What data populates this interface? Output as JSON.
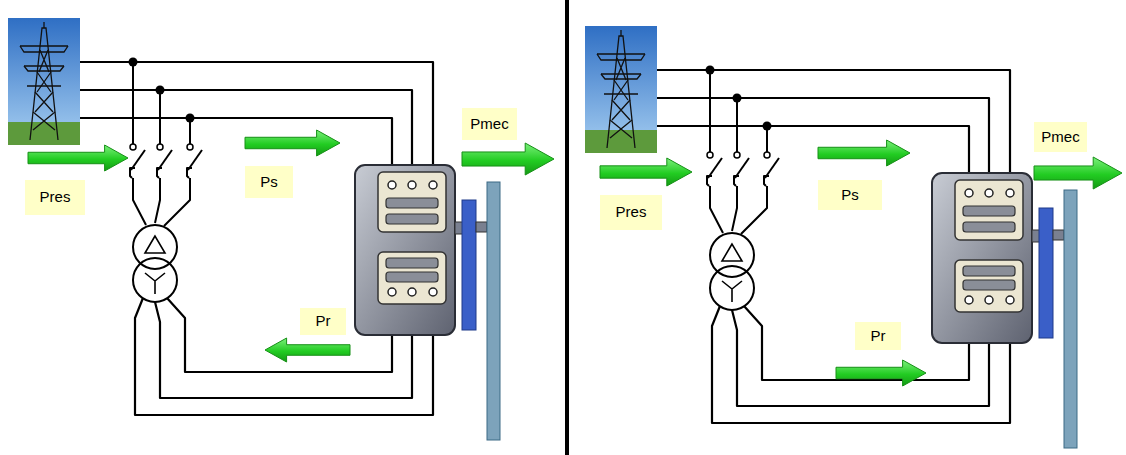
{
  "diagram": {
    "nodes": [
      {
        "text": [
          "Pres"
        ]
      },
      {
        "text": [
          "Ps"
        ]
      },
      {
        "text": [
          "Pmec"
        ]
      },
      {
        "text": [
          "Pr"
        ]
      },
      {
        "text": [
          "Pres"
        ]
      },
      {
        "text": [
          "Ps"
        ]
      },
      {
        "text": [
          "Pmec"
        ]
      },
      {
        "text": [
          "Pr"
        ]
      }
    ]
  }
}
